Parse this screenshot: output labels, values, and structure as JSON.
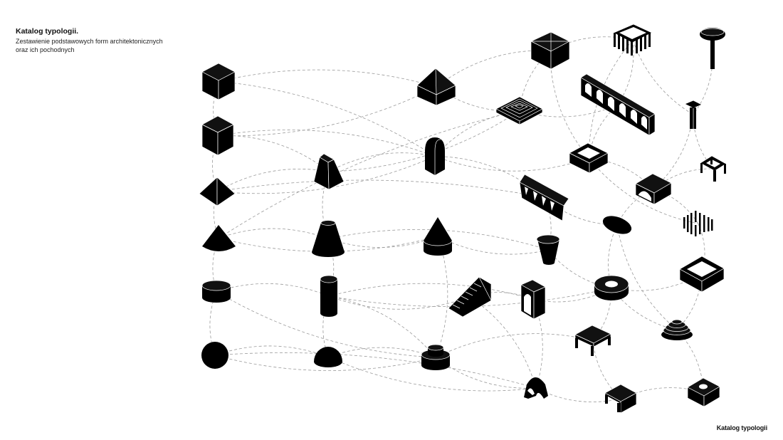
{
  "header": {
    "title": "Katalog typologii.",
    "subtitle_lines": [
      "Zestawienie podstawowych form architektonicznych",
      "oraz ich pochodnych"
    ]
  },
  "footer": {
    "label": "Katalog typologii"
  },
  "colors": {
    "shape": "#000000",
    "edge": "#9a9a9a",
    "background": "#ffffff"
  },
  "nodes": [
    {
      "id": "n1",
      "shape": "cube"
    },
    {
      "id": "n2",
      "shape": "tall-block"
    },
    {
      "id": "n3",
      "shape": "pyramid"
    },
    {
      "id": "n4",
      "shape": "cone"
    },
    {
      "id": "n5",
      "shape": "disc-cylinder"
    },
    {
      "id": "n6",
      "shape": "sphere"
    },
    {
      "id": "n7",
      "shape": "truncated-pyramid"
    },
    {
      "id": "n8",
      "shape": "truncated-cone"
    },
    {
      "id": "n9",
      "shape": "cylinder"
    },
    {
      "id": "n10",
      "shape": "hemisphere"
    },
    {
      "id": "n11",
      "shape": "hip-roof-house"
    },
    {
      "id": "n12",
      "shape": "arched-block"
    },
    {
      "id": "n13",
      "shape": "cone-on-cylinder"
    },
    {
      "id": "n14",
      "shape": "stepped-cylinder"
    },
    {
      "id": "n15",
      "shape": "stepped-pyramid"
    },
    {
      "id": "n16",
      "shape": "open-box"
    },
    {
      "id": "n17",
      "shape": "portico-frame"
    },
    {
      "id": "n18",
      "shape": "mushroom-column"
    },
    {
      "id": "n19",
      "shape": "arcade"
    },
    {
      "id": "n20",
      "shape": "column-capital"
    },
    {
      "id": "n21",
      "shape": "hollow-square"
    },
    {
      "id": "n22",
      "shape": "vault-block"
    },
    {
      "id": "n23",
      "shape": "four-leg-frame"
    },
    {
      "id": "n24",
      "shape": "sawtooth-wall"
    },
    {
      "id": "n25",
      "shape": "ellipse-disc"
    },
    {
      "id": "n26",
      "shape": "colonnade-square"
    },
    {
      "id": "n27",
      "shape": "inverted-cone"
    },
    {
      "id": "n28",
      "shape": "staircase"
    },
    {
      "id": "n29",
      "shape": "arched-gate"
    },
    {
      "id": "n30",
      "shape": "ring"
    },
    {
      "id": "n31",
      "shape": "courtyard-box"
    },
    {
      "id": "n32",
      "shape": "table"
    },
    {
      "id": "n33",
      "shape": "stepped-dome"
    },
    {
      "id": "n34",
      "shape": "dome-on-legs"
    },
    {
      "id": "n35",
      "shape": "bridge-block"
    },
    {
      "id": "n36",
      "shape": "pierced-block"
    }
  ],
  "edges": [
    [
      "n1",
      "n11"
    ],
    [
      "n1",
      "n2"
    ],
    [
      "n1",
      "n12"
    ],
    [
      "n2",
      "n3"
    ],
    [
      "n2",
      "n7"
    ],
    [
      "n2",
      "n11"
    ],
    [
      "n2",
      "n12"
    ],
    [
      "n3",
      "n4"
    ],
    [
      "n3",
      "n7"
    ],
    [
      "n3",
      "n12"
    ],
    [
      "n3",
      "n24"
    ],
    [
      "n4",
      "n5"
    ],
    [
      "n4",
      "n8"
    ],
    [
      "n4",
      "n13"
    ],
    [
      "n4",
      "n15"
    ],
    [
      "n5",
      "n6"
    ],
    [
      "n5",
      "n9"
    ],
    [
      "n5",
      "n14"
    ],
    [
      "n6",
      "n10"
    ],
    [
      "n6",
      "n14"
    ],
    [
      "n6",
      "n34"
    ],
    [
      "n7",
      "n8"
    ],
    [
      "n7",
      "n12"
    ],
    [
      "n7",
      "n15"
    ],
    [
      "n8",
      "n9"
    ],
    [
      "n8",
      "n13"
    ],
    [
      "n8",
      "n27"
    ],
    [
      "n9",
      "n10"
    ],
    [
      "n9",
      "n14"
    ],
    [
      "n9",
      "n28"
    ],
    [
      "n9",
      "n29"
    ],
    [
      "n9",
      "n30"
    ],
    [
      "n10",
      "n14"
    ],
    [
      "n10",
      "n34"
    ],
    [
      "n11",
      "n16"
    ],
    [
      "n11",
      "n15"
    ],
    [
      "n12",
      "n24"
    ],
    [
      "n12",
      "n21"
    ],
    [
      "n13",
      "n14"
    ],
    [
      "n13",
      "n27"
    ],
    [
      "n14",
      "n32"
    ],
    [
      "n14",
      "n34"
    ],
    [
      "n15",
      "n16"
    ],
    [
      "n15",
      "n19"
    ],
    [
      "n16",
      "n17"
    ],
    [
      "n16",
      "n21"
    ],
    [
      "n17",
      "n19"
    ],
    [
      "n17",
      "n20"
    ],
    [
      "n18",
      "n20"
    ],
    [
      "n19",
      "n21"
    ],
    [
      "n20",
      "n22"
    ],
    [
      "n20",
      "n23"
    ],
    [
      "n21",
      "n22"
    ],
    [
      "n21",
      "n26"
    ],
    [
      "n22",
      "n23"
    ],
    [
      "n22",
      "n25"
    ],
    [
      "n22",
      "n26"
    ],
    [
      "n24",
      "n25"
    ],
    [
      "n24",
      "n27"
    ],
    [
      "n25",
      "n30"
    ],
    [
      "n26",
      "n31"
    ],
    [
      "n27",
      "n30"
    ],
    [
      "n28",
      "n29"
    ],
    [
      "n29",
      "n30"
    ],
    [
      "n29",
      "n34"
    ],
    [
      "n30",
      "n31"
    ],
    [
      "n30",
      "n32"
    ],
    [
      "n30",
      "n33"
    ],
    [
      "n31",
      "n33"
    ],
    [
      "n32",
      "n35"
    ],
    [
      "n33",
      "n36"
    ],
    [
      "n34",
      "n35"
    ],
    [
      "n35",
      "n36"
    ],
    [
      "n25",
      "n33"
    ],
    [
      "n28",
      "n34"
    ],
    [
      "n17",
      "n21"
    ],
    [
      "n12",
      "n15"
    ]
  ]
}
